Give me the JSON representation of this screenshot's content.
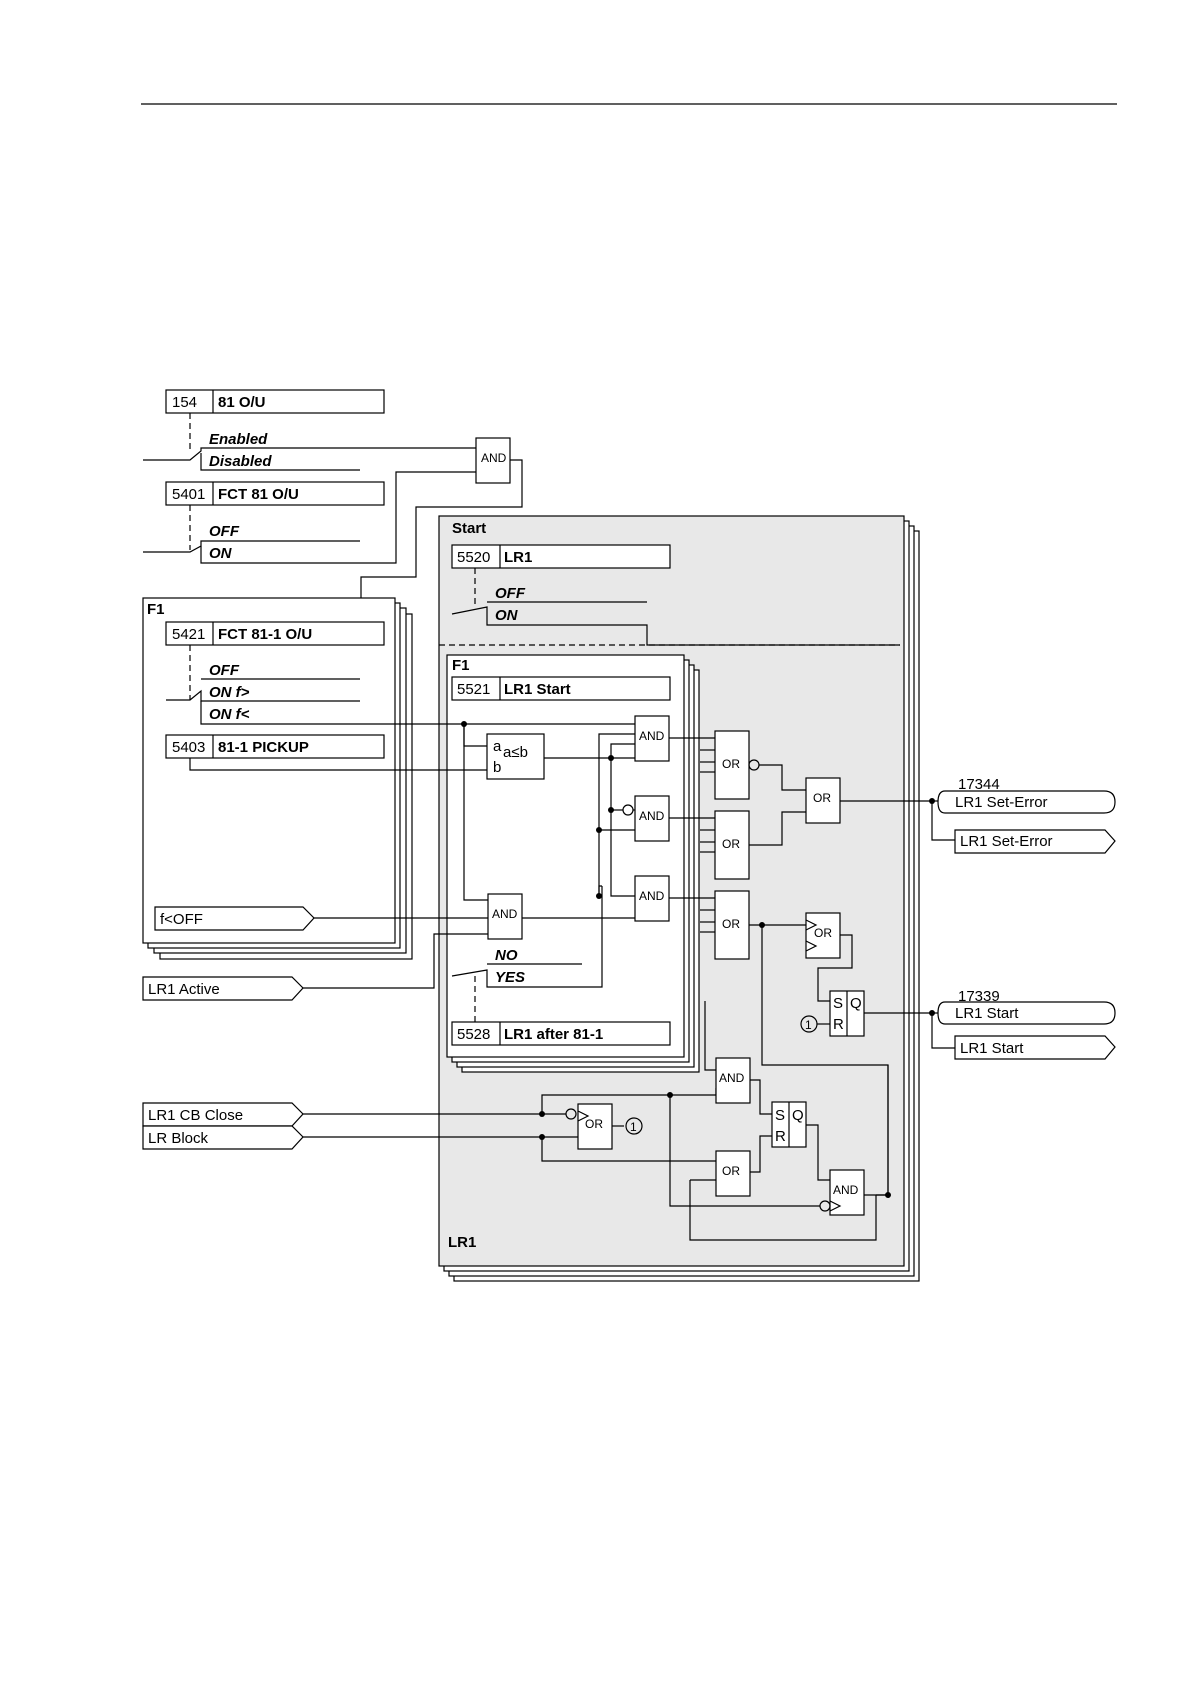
{
  "setting_154": {
    "number": "154",
    "name": "81 O/U",
    "opt_enabled": "Enabled",
    "opt_disabled": "Disabled"
  },
  "setting_5401": {
    "number": "5401",
    "name": "FCT 81 O/U",
    "opt_off": "OFF",
    "opt_on": "ON"
  },
  "f1_left": {
    "title": "F1",
    "fct_number": "5421",
    "fct_name": "FCT 81-1 O/U",
    "opt_off": "OFF",
    "opt_on_fgt": "ON f>",
    "opt_on_flt": "ON f<",
    "pickup_number": "5403",
    "pickup_name": "81-1 PICKUP",
    "f_off": "f<OFF"
  },
  "lr1_active": "LR1 Active",
  "start": {
    "title": "Start",
    "number": "5520",
    "name": "LR1",
    "opt_off": "OFF",
    "opt_on": "ON"
  },
  "f1_inner": {
    "title": "F1",
    "start_number": "5521",
    "start_name": "LR1 Start",
    "opt_no": "NO",
    "opt_yes": "YES",
    "after_number": "5528",
    "after_name": "LR1 after 81-1"
  },
  "comparator": {
    "a": "a",
    "b": "b",
    "cond": "a≤b"
  },
  "gates": {
    "and": "AND",
    "or": "OR",
    "s": "S",
    "r": "R",
    "q": "Q",
    "one": "1"
  },
  "outputs": {
    "set_error_number": "17344",
    "set_error": "LR1 Set-Error",
    "start_number": "17339",
    "start": "LR1 Start"
  },
  "inputs": {
    "cb_close": "LR1 CB Close",
    "lr_block": "LR Block"
  },
  "frame_label": "LR1"
}
